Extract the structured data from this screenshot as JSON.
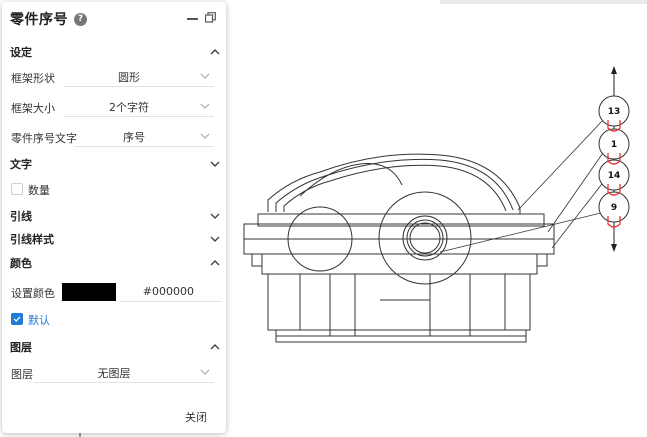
{
  "panel": {
    "title": "零件序号",
    "help_icon": "?",
    "settings": {
      "label": "设定",
      "frame_shape": {
        "label": "框架形状",
        "value": "圆形"
      },
      "frame_size": {
        "label": "框架大小",
        "value": "2个字符"
      },
      "part_text": {
        "label": "零件序号文字",
        "value": "序号"
      }
    },
    "text_section": {
      "label": "文字",
      "quantity_label": "数量",
      "quantity_checked": false
    },
    "leader_section": {
      "label": "引线"
    },
    "leader_style_section": {
      "label": "引线样式"
    },
    "color_section": {
      "label": "颜色",
      "set_color_label": "设置颜色",
      "color_value": "#000000",
      "default_label": "默认",
      "default_checked": true
    },
    "layer_section": {
      "label": "图层",
      "layer_label": "图层",
      "layer_value": "无图层"
    },
    "close_label": "关闭"
  },
  "balloons": [
    "13",
    "1",
    "14",
    "9"
  ],
  "colors": {
    "accent": "#1e7bd6",
    "balloon_hook": "#e53935",
    "swatch": "#000000"
  }
}
